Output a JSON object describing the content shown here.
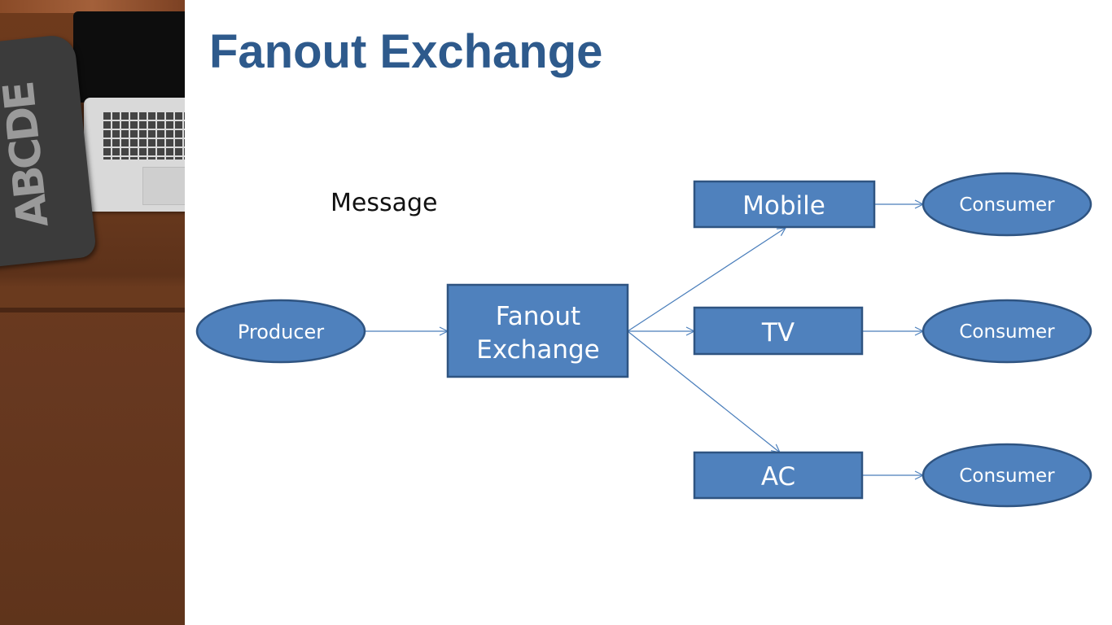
{
  "slide": {
    "title": "Fanout Exchange",
    "message_label": "Message"
  },
  "diagram": {
    "producer": "Producer",
    "exchange_line1": "Fanout",
    "exchange_line2": "Exchange",
    "queues": [
      "Mobile",
      "TV",
      "AC"
    ],
    "consumers": [
      "Consumer",
      "Consumer",
      "Consumer"
    ]
  },
  "side_photo": {
    "pillow_text": "ABCDE"
  },
  "colors": {
    "title": "#2e5a8c",
    "node_fill": "#4f81bd",
    "node_stroke": "#2f5481",
    "connector": "#4a7ebb",
    "background": "#ffffff"
  }
}
